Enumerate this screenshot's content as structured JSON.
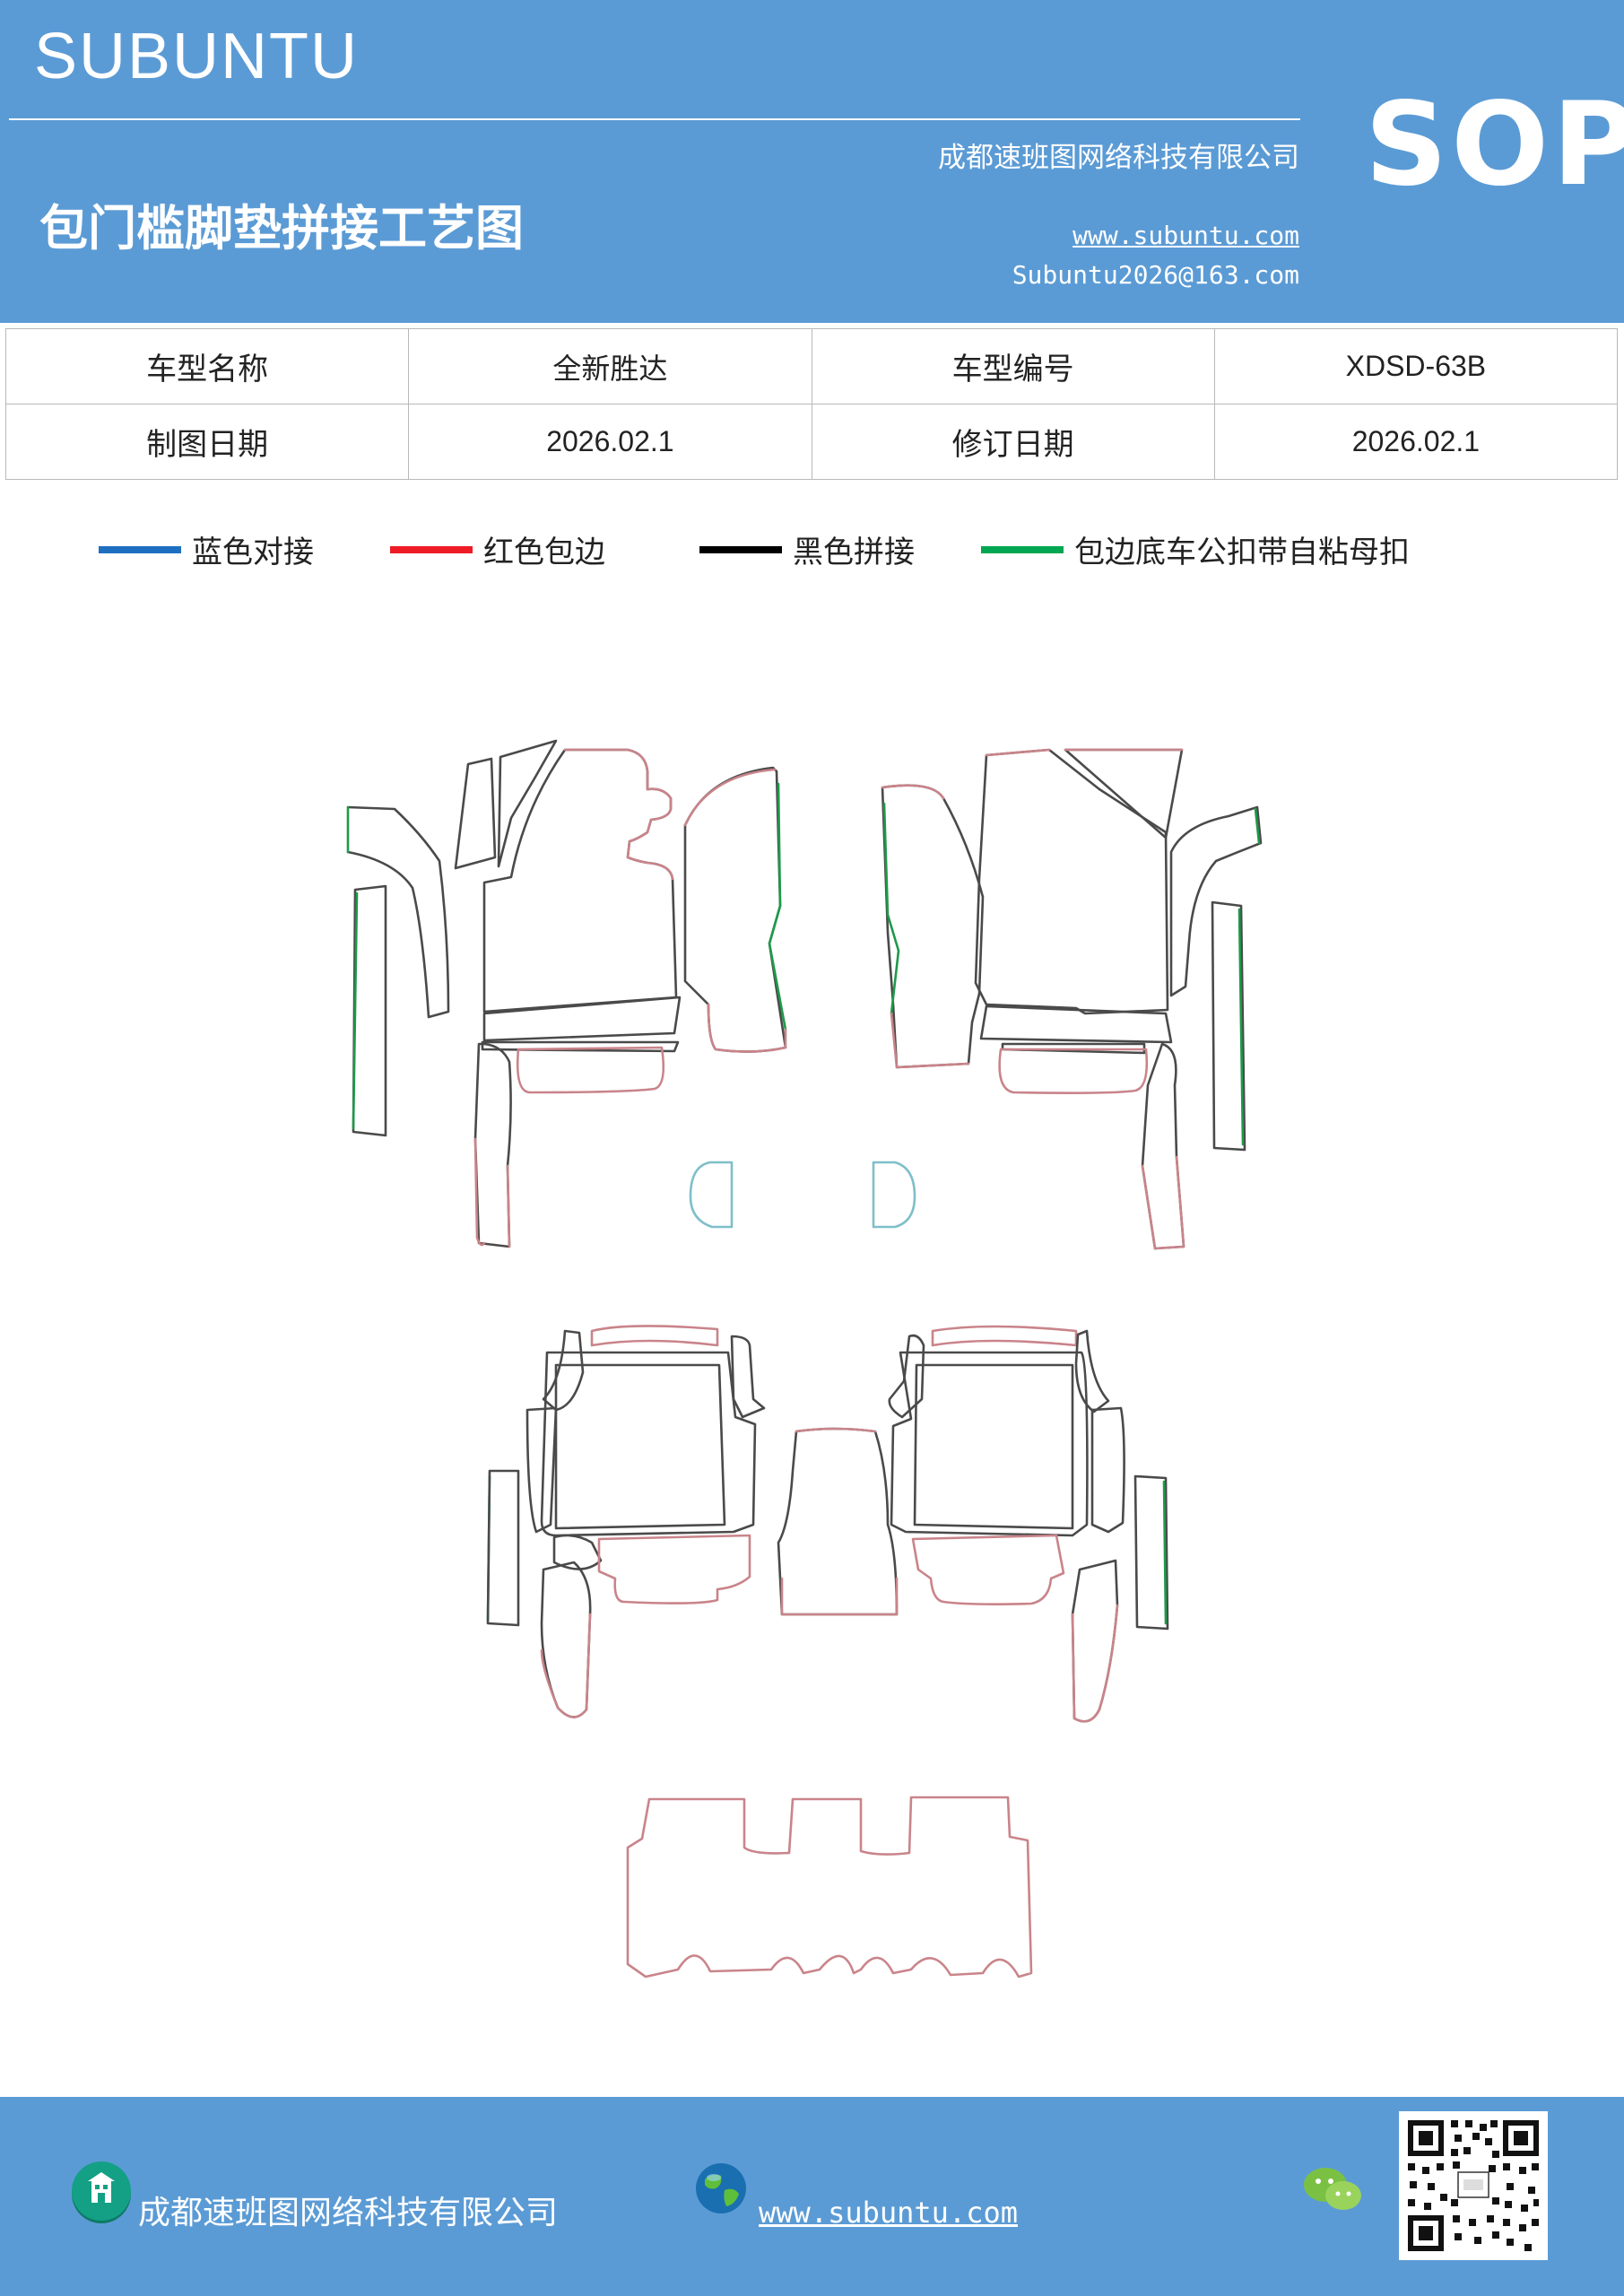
{
  "header": {
    "brand": "SUBUNTU",
    "title": "包门槛脚垫拼接工艺图",
    "company": "成都速班图网络科技有限公司",
    "website": "www.subuntu.com",
    "email": "Subuntu2026@163.com",
    "badge": "SOP"
  },
  "info_table": {
    "rows": [
      [
        {
          "kind": "label",
          "text": "车型名称"
        },
        {
          "kind": "value",
          "text": "全新胜达"
        },
        {
          "kind": "label",
          "text": "车型编号"
        },
        {
          "kind": "value",
          "text": "XDSD-63B"
        }
      ],
      [
        {
          "kind": "label",
          "text": "制图日期"
        },
        {
          "kind": "value",
          "text": "2026.02.1"
        },
        {
          "kind": "label",
          "text": "修订日期"
        },
        {
          "kind": "value",
          "text": "2026.02.1"
        }
      ]
    ]
  },
  "legend": [
    {
      "label": "蓝色对接",
      "color": "#1f6fc0"
    },
    {
      "label": "红色包边",
      "color": "#ee1c25"
    },
    {
      "label": "黑色拼接",
      "color": "#000000"
    },
    {
      "label": "包边底车公扣带自粘母扣",
      "color": "#00a651"
    }
  ],
  "diagram_colors": {
    "splice": "#4a4a4a",
    "edging": "#c9848a",
    "fastener": "#1e9a4a",
    "butt_joint": "#7fbfc9"
  },
  "footer": {
    "company": "成都速班图网络科技有限公司",
    "website": "www.subuntu.com",
    "icons": [
      "building-icon",
      "globe-icon",
      "wechat-icon",
      "qr-code"
    ]
  }
}
